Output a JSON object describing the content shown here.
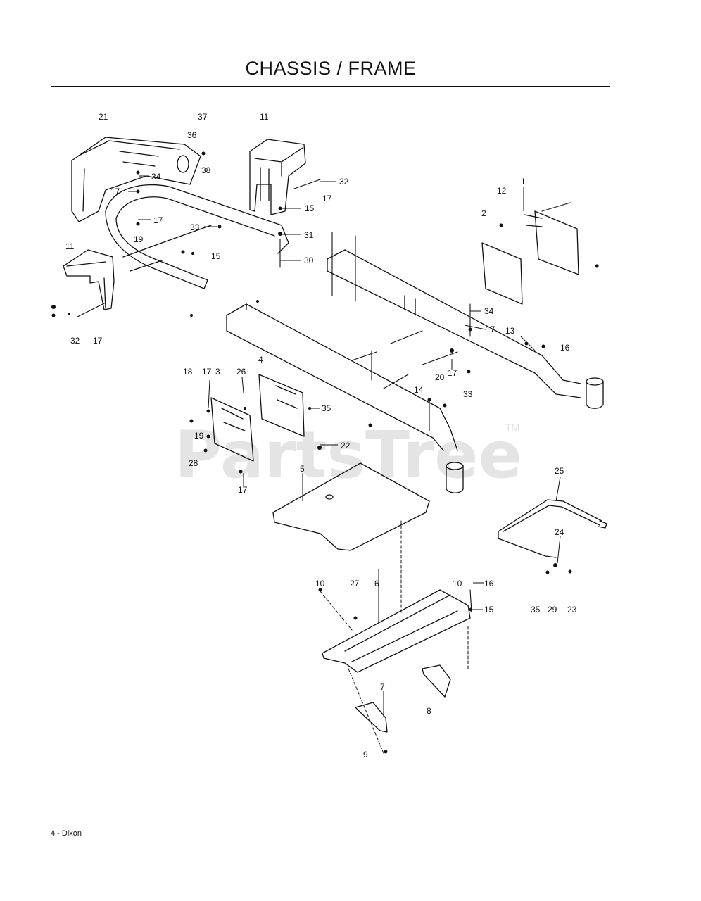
{
  "title": "CHASSIS / FRAME",
  "footer": "4 - Dixon",
  "watermark": {
    "text": "PartsTree",
    "tm": "TM"
  },
  "callouts": {
    "c21": "21",
    "c37": "37",
    "c11a": "11",
    "c36": "36",
    "c38": "38",
    "c34a": "34",
    "c17a": "17",
    "c32a": "32",
    "c17b": "17",
    "c15a": "15",
    "c12": "12",
    "c1": "1",
    "c2": "2",
    "c17c": "17",
    "c19a": "19",
    "c33a": "33",
    "c31": "31",
    "c15b": "15",
    "c30": "30",
    "c11b": "11",
    "c32b": "32",
    "c17d": "17",
    "c34b": "34",
    "c17e": "17",
    "c13": "13",
    "c16a": "16",
    "c4": "4",
    "c20": "20",
    "c17f": "17",
    "c33b": "33",
    "c18": "18",
    "c17g": "17",
    "c3": "3",
    "c26": "26",
    "c14": "14",
    "c35a": "35",
    "c19b": "19",
    "c22": "22",
    "c28": "28",
    "c17h": "17",
    "c5": "5",
    "c25": "25",
    "c24": "24",
    "c10a": "10",
    "c27": "27",
    "c6": "6",
    "c10b": "10",
    "c16b": "16",
    "c15c": "15",
    "c35b": "35",
    "c29": "29",
    "c23": "23",
    "c7": "7",
    "c8": "8",
    "c9": "9"
  }
}
